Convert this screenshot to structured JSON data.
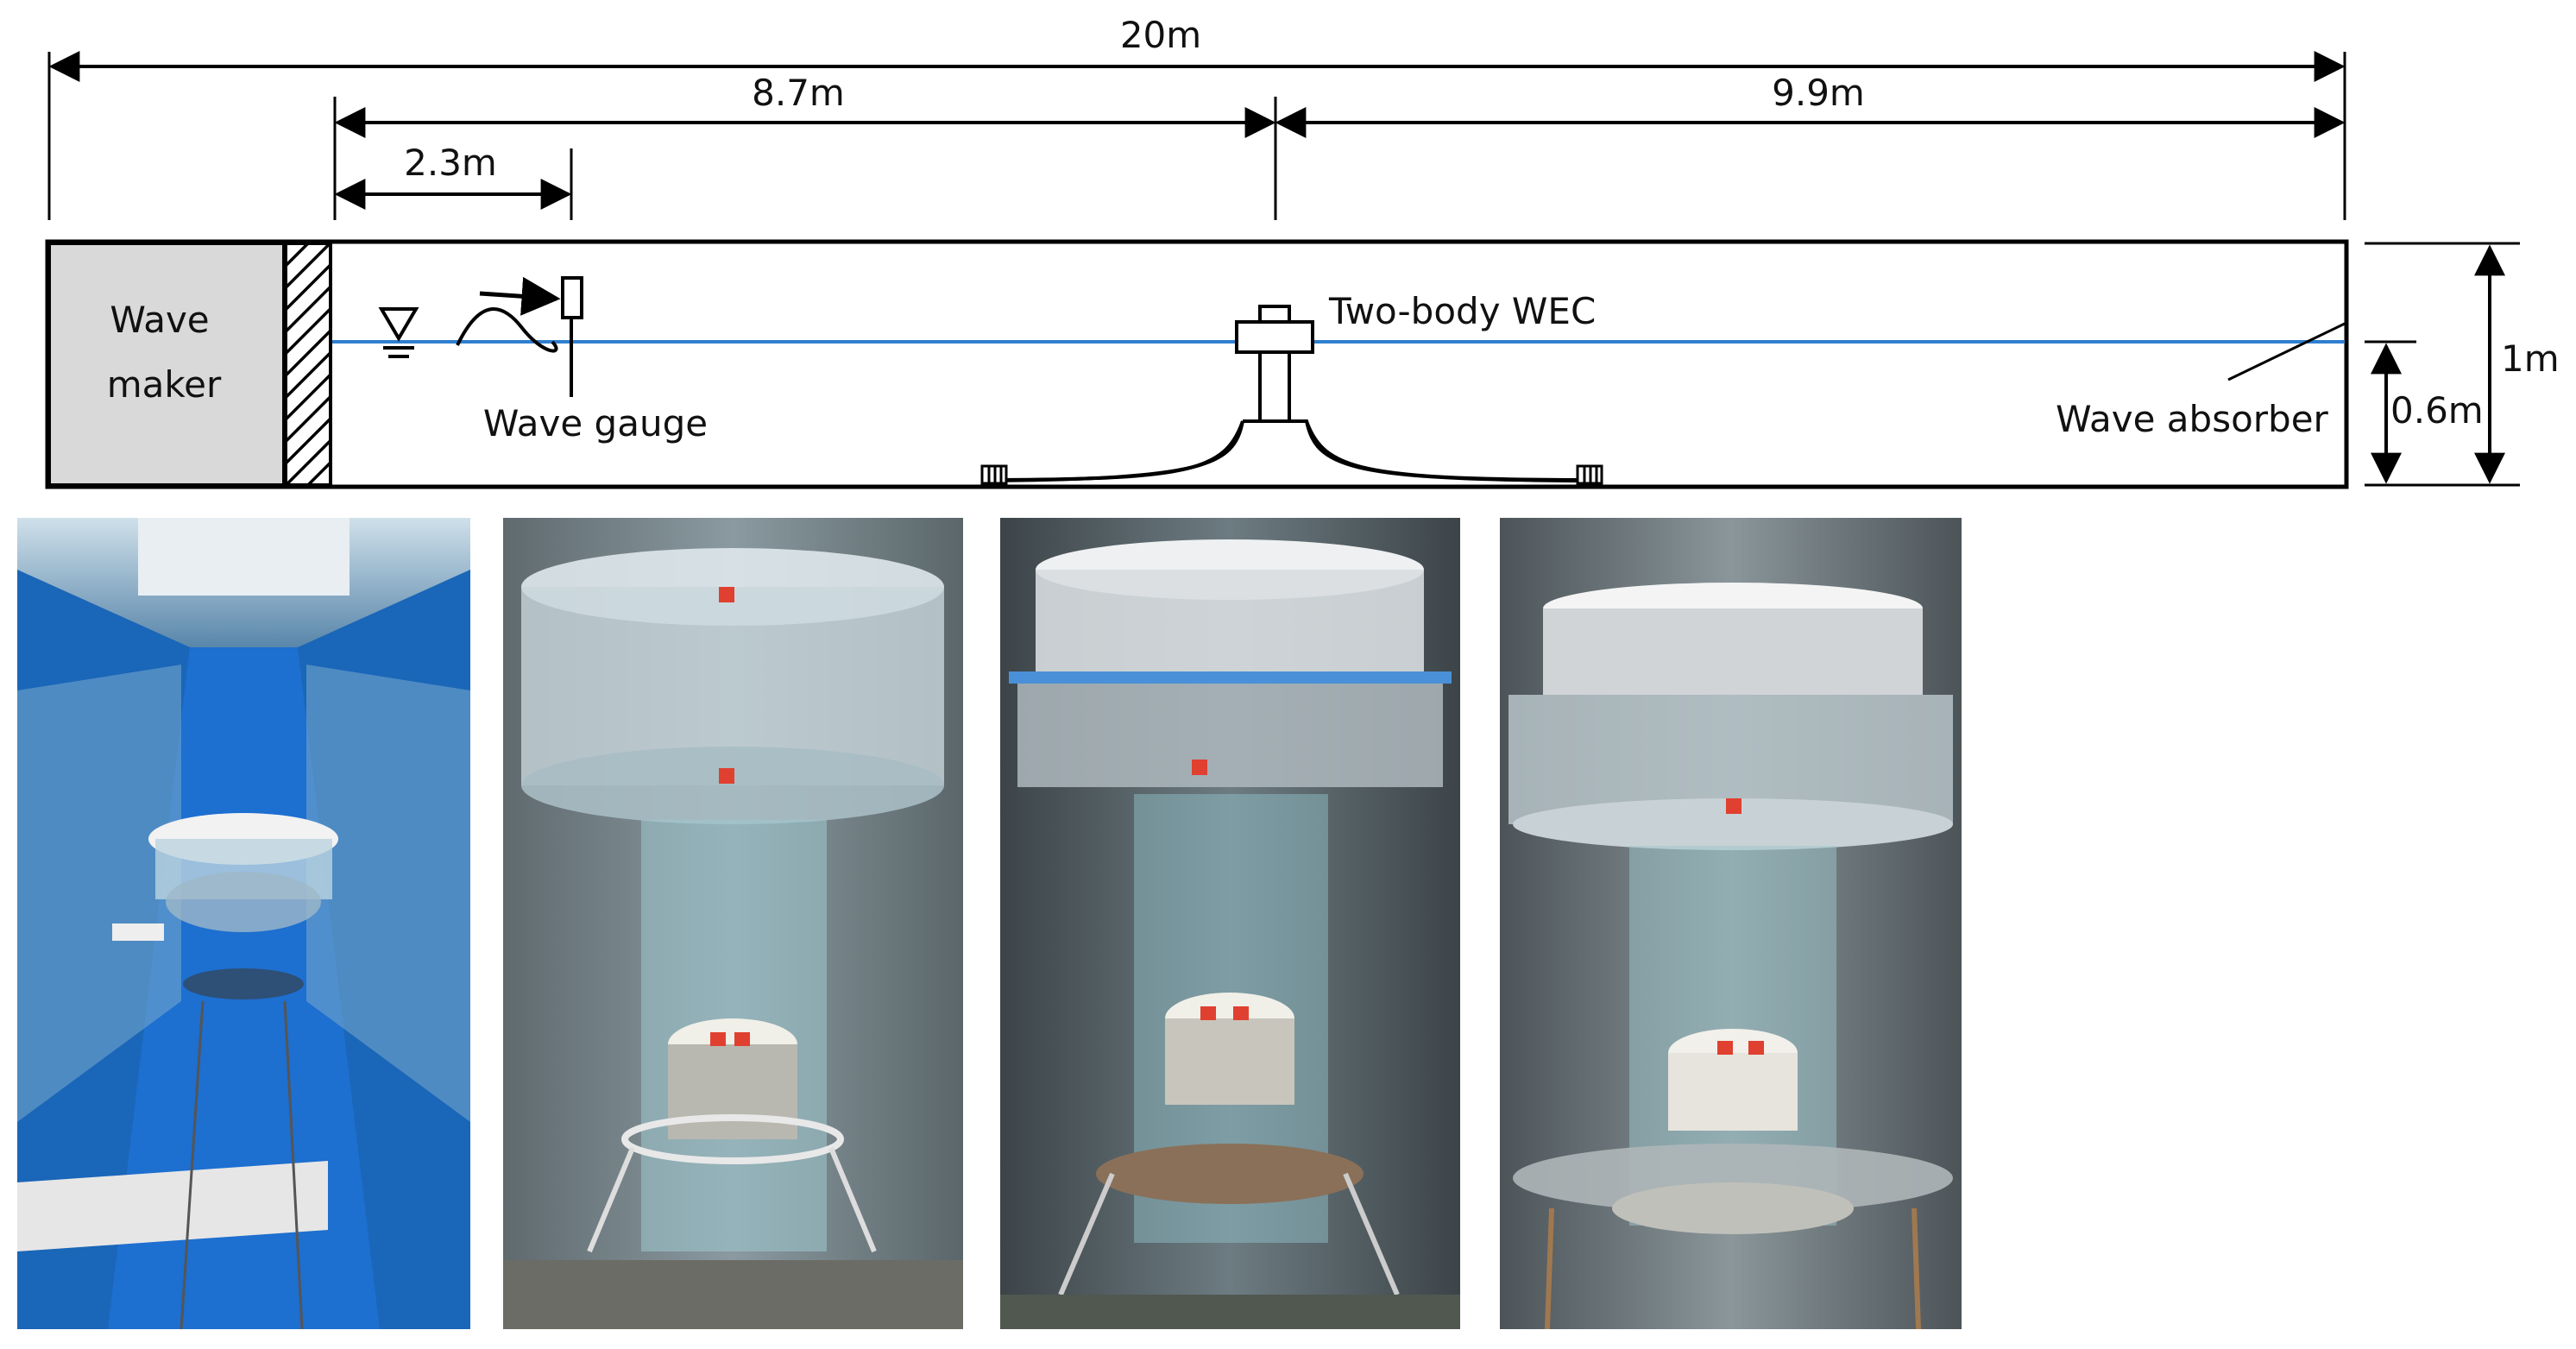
{
  "diagram": {
    "dimensions": {
      "total_length": "20m",
      "distance_to_wec": "8.7m",
      "wec_to_absorber": "9.9m",
      "gauge_distance": "2.3m",
      "tank_depth": "1m",
      "water_depth": "0.6m"
    },
    "labels": {
      "wave_maker_line1": "Wave",
      "wave_maker_line2": "maker",
      "wave_gauge": "Wave gauge",
      "wec": "Two-body WEC",
      "wave_absorber": "Wave absorber"
    },
    "colors": {
      "water_line": "#2f7fcf",
      "wave_maker_fill": "#d9d9d9"
    }
  },
  "photos": [
    {
      "subject": "wave-flume-overview"
    },
    {
      "subject": "wec-model-clear-float"
    },
    {
      "subject": "wec-model-blue-float"
    },
    {
      "subject": "wec-model-with-heave-plate"
    }
  ]
}
